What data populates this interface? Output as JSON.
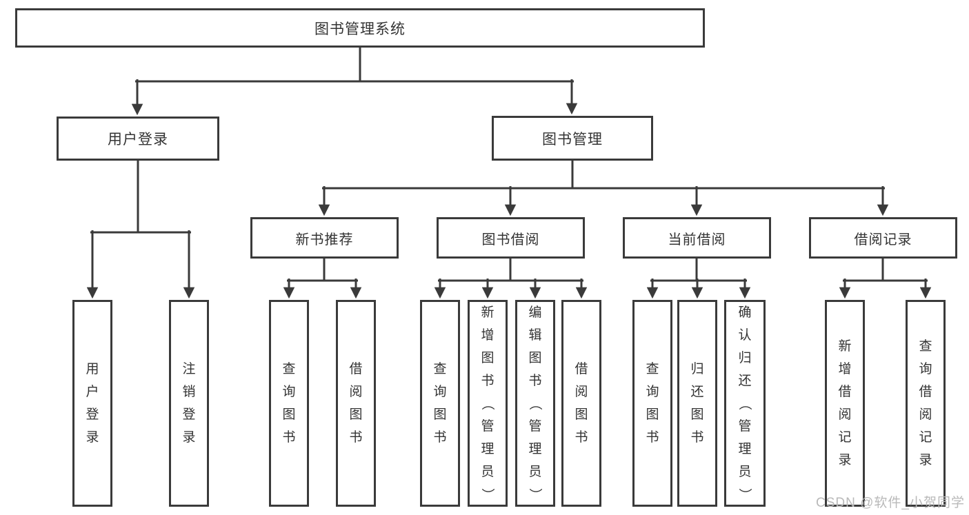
{
  "colors": {
    "line": "#3a3a3a",
    "text": "#333333",
    "background": "#ffffff",
    "watermark": "#b9b9b9"
  },
  "watermark": "CSDN @软件_小贺同学",
  "tree": {
    "label": "图书管理系统",
    "children": [
      {
        "label": "用户登录",
        "children": [
          {
            "label": "用户登录"
          },
          {
            "label": "注销登录"
          }
        ]
      },
      {
        "label": "图书管理",
        "children": [
          {
            "label": "新书推荐",
            "children": [
              {
                "label": "查询图书"
              },
              {
                "label": "借阅图书"
              }
            ]
          },
          {
            "label": "图书借阅",
            "children": [
              {
                "label": "查询图书"
              },
              {
                "label": "新增图书（管理员）"
              },
              {
                "label": "编辑图书（管理员）"
              },
              {
                "label": "借阅图书"
              }
            ]
          },
          {
            "label": "当前借阅",
            "children": [
              {
                "label": "查询图书"
              },
              {
                "label": "归还图书"
              },
              {
                "label": "确认归还（管理员）"
              }
            ]
          },
          {
            "label": "借阅记录",
            "children": [
              {
                "label": "新增借阅记录"
              },
              {
                "label": "查询借阅记录"
              }
            ]
          }
        ]
      }
    ]
  }
}
